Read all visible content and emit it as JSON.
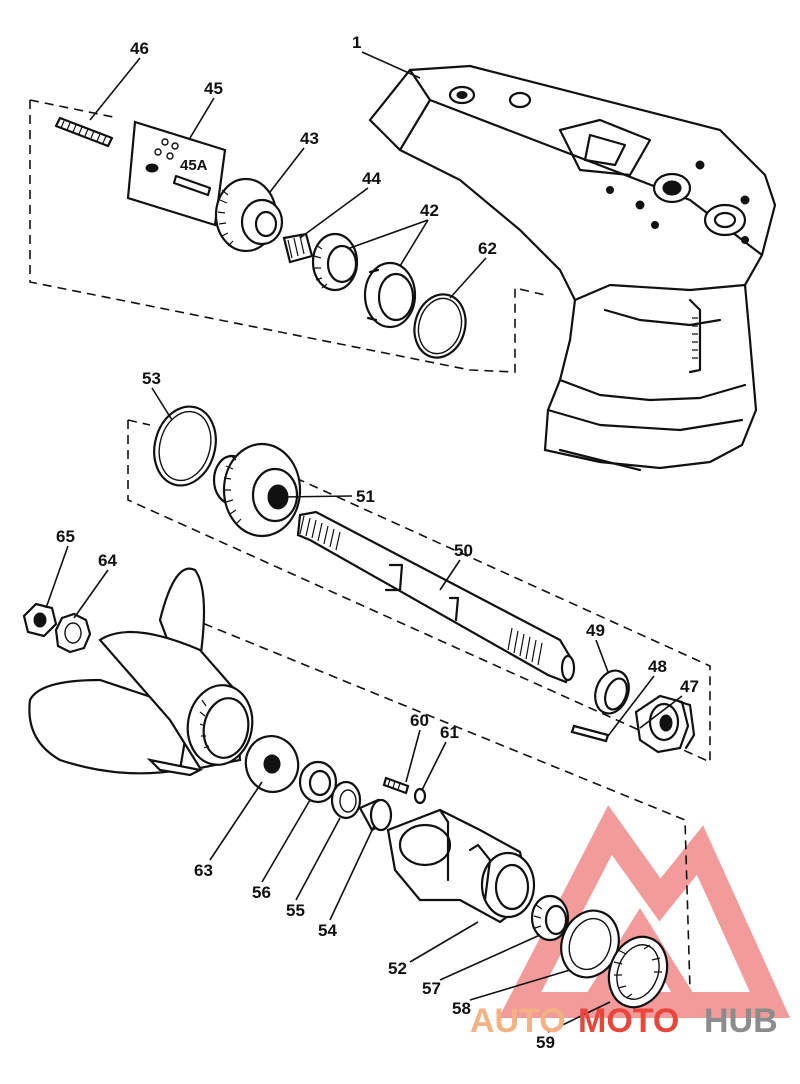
{
  "callouts": [
    {
      "id": "c1",
      "text": "1"
    },
    {
      "id": "c46",
      "text": "46"
    },
    {
      "id": "c45",
      "text": "45"
    },
    {
      "id": "c45a",
      "text": "45A"
    },
    {
      "id": "c43",
      "text": "43"
    },
    {
      "id": "c44",
      "text": "44"
    },
    {
      "id": "c42",
      "text": "42"
    },
    {
      "id": "c62",
      "text": "62"
    },
    {
      "id": "c53",
      "text": "53"
    },
    {
      "id": "c51",
      "text": "51"
    },
    {
      "id": "c50",
      "text": "50"
    },
    {
      "id": "c65",
      "text": "65"
    },
    {
      "id": "c64",
      "text": "64"
    },
    {
      "id": "c49",
      "text": "49"
    },
    {
      "id": "c48",
      "text": "48"
    },
    {
      "id": "c47",
      "text": "47"
    },
    {
      "id": "c60",
      "text": "60"
    },
    {
      "id": "c61",
      "text": "61"
    },
    {
      "id": "c63",
      "text": "63"
    },
    {
      "id": "c56",
      "text": "56"
    },
    {
      "id": "c55",
      "text": "55"
    },
    {
      "id": "c54",
      "text": "54"
    },
    {
      "id": "c52",
      "text": "52"
    },
    {
      "id": "c57",
      "text": "57"
    },
    {
      "id": "c58",
      "text": "58"
    },
    {
      "id": "c59",
      "text": "59"
    }
  ],
  "watermark": {
    "part1": "AUTO",
    "part2": "MOTO",
    "part3": "HUB",
    "color_light": "#f4b183",
    "color_red": "#e8463a",
    "color_gray": "#8c8c8c"
  }
}
